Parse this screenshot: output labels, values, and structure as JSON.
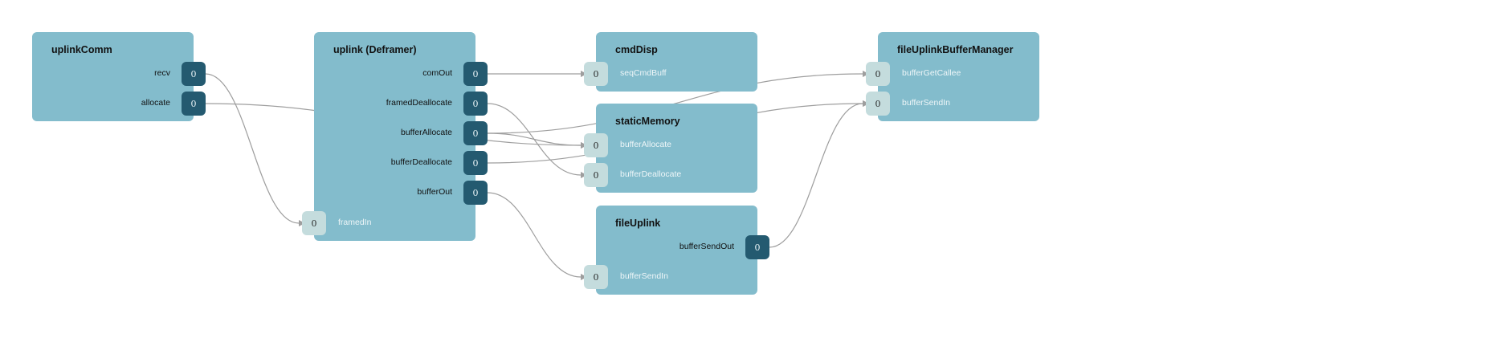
{
  "components": [
    {
      "id": "uplinkComm",
      "title": "uplinkComm",
      "ports": [
        {
          "id": "uplinkComm.recv",
          "label": "recv",
          "kind": "out",
          "count": "0"
        },
        {
          "id": "uplinkComm.allocate",
          "label": "allocate",
          "kind": "out",
          "count": "0"
        }
      ]
    },
    {
      "id": "uplink",
      "title": "uplink (Deframer)",
      "ports": [
        {
          "id": "uplink.comOut",
          "label": "comOut",
          "kind": "out",
          "count": "0"
        },
        {
          "id": "uplink.framedDeallocate",
          "label": "framedDeallocate",
          "kind": "out",
          "count": "0"
        },
        {
          "id": "uplink.bufferAllocate",
          "label": "bufferAllocate",
          "kind": "out",
          "count": "0"
        },
        {
          "id": "uplink.bufferDeallocate",
          "label": "bufferDeallocate",
          "kind": "out",
          "count": "0"
        },
        {
          "id": "uplink.bufferOut",
          "label": "bufferOut",
          "kind": "out",
          "count": "0"
        },
        {
          "id": "uplink.framedIn",
          "label": "framedIn",
          "kind": "in",
          "count": "0"
        }
      ]
    },
    {
      "id": "cmdDisp",
      "title": "cmdDisp",
      "ports": [
        {
          "id": "cmdDisp.seqCmdBuff",
          "label": "seqCmdBuff",
          "kind": "in",
          "count": "0"
        }
      ]
    },
    {
      "id": "staticMemory",
      "title": "staticMemory",
      "ports": [
        {
          "id": "staticMemory.bufferAllocate",
          "label": "bufferAllocate",
          "kind": "in",
          "count": "0"
        },
        {
          "id": "staticMemory.bufferDeallocate",
          "label": "bufferDeallocate",
          "kind": "in",
          "count": "0"
        }
      ]
    },
    {
      "id": "fileUplink",
      "title": "fileUplink",
      "ports": [
        {
          "id": "fileUplink.bufferSendOut",
          "label": "bufferSendOut",
          "kind": "out",
          "count": "0"
        },
        {
          "id": "fileUplink.bufferSendIn",
          "label": "bufferSendIn",
          "kind": "in",
          "count": "0"
        }
      ]
    },
    {
      "id": "fileUplinkBufferManager",
      "title": "fileUplinkBufferManager",
      "ports": [
        {
          "id": "fileUplinkBufferManager.bufferGetCallee",
          "label": "bufferGetCallee",
          "kind": "in",
          "count": "0"
        },
        {
          "id": "fileUplinkBufferManager.bufferSendIn",
          "label": "bufferSendIn",
          "kind": "in",
          "count": "0"
        }
      ]
    }
  ],
  "connections": [
    {
      "from": "uplinkComm.recv",
      "to": "uplink.framedIn"
    },
    {
      "from": "uplinkComm.allocate",
      "to": "staticMemory.bufferAllocate"
    },
    {
      "from": "uplink.comOut",
      "to": "cmdDisp.seqCmdBuff"
    },
    {
      "from": "uplink.framedDeallocate",
      "to": "staticMemory.bufferDeallocate"
    },
    {
      "from": "uplink.bufferAllocate",
      "to": "fileUplinkBufferManager.bufferGetCallee"
    },
    {
      "from": "uplink.bufferAllocate",
      "to": "staticMemory.bufferAllocate"
    },
    {
      "from": "uplink.bufferDeallocate",
      "to": "fileUplinkBufferManager.bufferSendIn"
    },
    {
      "from": "uplink.bufferOut",
      "to": "fileUplink.bufferSendIn"
    },
    {
      "from": "fileUplink.bufferSendOut",
      "to": "fileUplinkBufferManager.bufferSendIn"
    }
  ],
  "colors": {
    "component": "#83bccc",
    "outPort": "#245a70",
    "inPort": "#c4dcdd",
    "wire": "#9e9e9e"
  }
}
